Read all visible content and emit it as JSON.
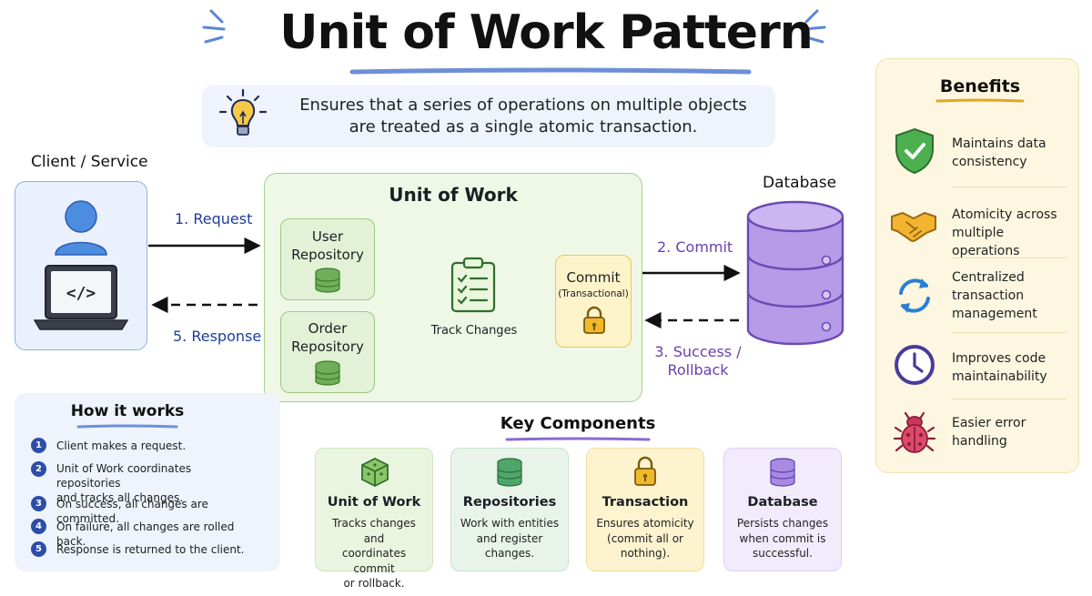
{
  "header": {
    "title": "Unit of Work Pattern",
    "subtitle_line1": "Ensures that a series of operations on multiple objects",
    "subtitle_line2": "are treated as a single atomic transaction."
  },
  "client": {
    "label": "Client / Service"
  },
  "database": {
    "label": "Database"
  },
  "flow": {
    "request": "1. Request",
    "commit": "2. Commit",
    "success_line1": "3. Success /",
    "success_line2": "Rollback",
    "response": "5. Response"
  },
  "unit_of_work": {
    "title": "Unit of Work",
    "user_repo_line1": "User",
    "user_repo_line2": "Repository",
    "order_repo_line1": "Order",
    "order_repo_line2": "Repository",
    "track_changes": "Track Changes",
    "commit_title": "Commit",
    "commit_sub": "(Transactional)"
  },
  "how_it_works": {
    "title": "How it works",
    "steps": [
      {
        "num": "1",
        "line1": "Client makes a request.",
        "line2": ""
      },
      {
        "num": "2",
        "line1": "Unit of Work coordinates repositories",
        "line2": "and tracks all changes."
      },
      {
        "num": "3",
        "line1": "On success, all changes are committed.",
        "line2": ""
      },
      {
        "num": "4",
        "line1": "On failure, all changes are rolled back.",
        "line2": ""
      },
      {
        "num": "5",
        "line1": "Response is returned to the client.",
        "line2": ""
      }
    ]
  },
  "key_components": {
    "title": "Key Components",
    "cards": [
      {
        "name": "Unit of Work",
        "desc_line1": "Tracks changes and",
        "desc_line2": "coordinates commit",
        "desc_line3": "or rollback."
      },
      {
        "name": "Repositories",
        "desc_line1": "Work with entities",
        "desc_line2": "and register",
        "desc_line3": "changes."
      },
      {
        "name": "Transaction",
        "desc_line1": "Ensures atomicity",
        "desc_line2": "(commit all or",
        "desc_line3": "nothing)."
      },
      {
        "name": "Database",
        "desc_line1": "Persists changes",
        "desc_line2": "when commit is",
        "desc_line3": "successful."
      }
    ]
  },
  "benefits": {
    "title": "Benefits",
    "items": [
      {
        "icon": "shield-check-icon",
        "line1": "Maintains data",
        "line2": "consistency",
        "line3": ""
      },
      {
        "icon": "handshake-icon",
        "line1": "Atomicity across",
        "line2": "multiple operations",
        "line3": ""
      },
      {
        "icon": "sync-arrows-icon",
        "line1": "Centralized",
        "line2": "transaction",
        "line3": "management"
      },
      {
        "icon": "clock-icon",
        "line1": "Improves code",
        "line2": "maintainability",
        "line3": ""
      },
      {
        "icon": "bug-icon",
        "line1": "Easier error",
        "line2": "handling",
        "line3": ""
      }
    ]
  },
  "colors": {
    "blue_accent": "#2c4da8",
    "green_panel": "#eff7e6",
    "yellow_commit": "#fdf3c9",
    "purple_db": "#b69be8",
    "benefits_panel": "#fdf6e0"
  }
}
